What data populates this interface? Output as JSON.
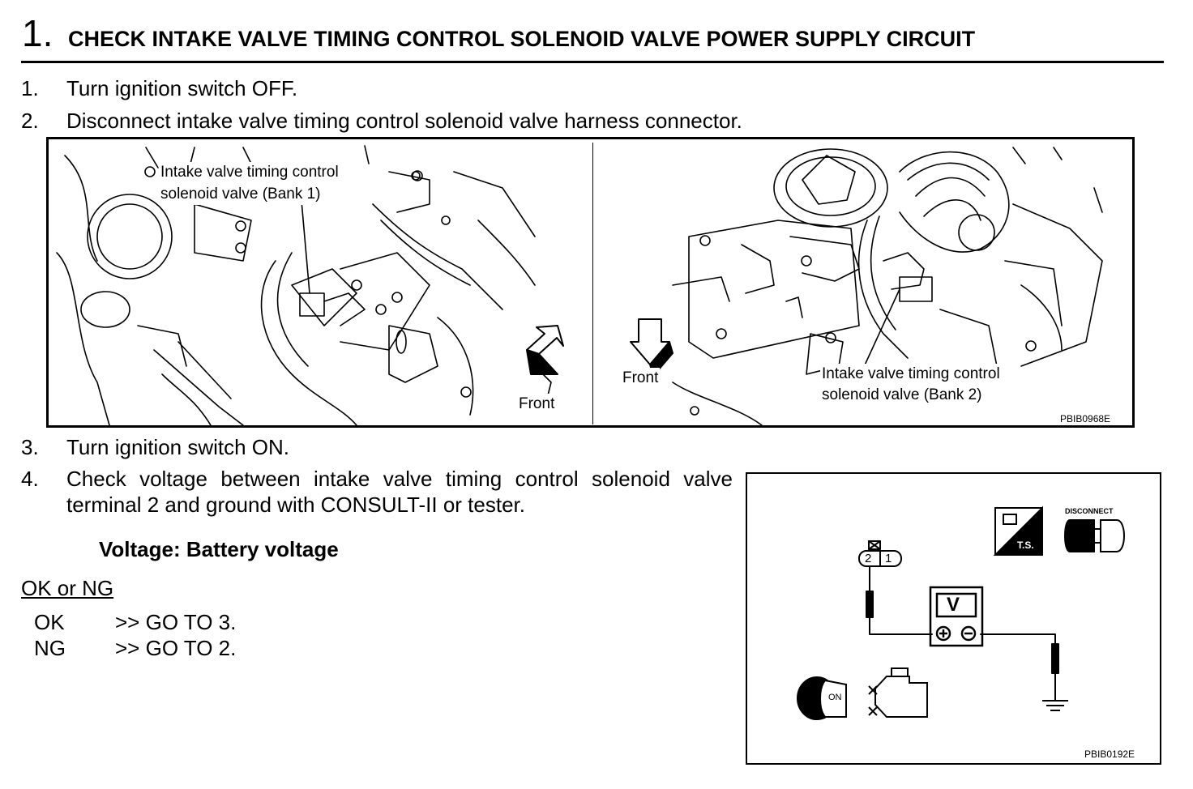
{
  "header": {
    "number": "1.",
    "title": "CHECK INTAKE VALVE TIMING CONTROL SOLENOID VALVE POWER SUPPLY CIRCUIT"
  },
  "steps": [
    {
      "num": "1.",
      "text": "Turn ignition switch OFF."
    },
    {
      "num": "2.",
      "text": "Disconnect intake valve timing control solenoid valve harness connector."
    },
    {
      "num": "3.",
      "text": "Turn ignition switch ON."
    },
    {
      "num": "4.",
      "text": "Check voltage between intake valve timing control solenoid valve terminal 2 and ground with CONSULT-II or tester."
    }
  ],
  "figure1": {
    "left_label_line1": "Intake valve timing control",
    "left_label_line2": "solenoid valve (Bank 1)",
    "left_front": "Front",
    "right_front": "Front",
    "right_label_line1": "Intake valve timing control",
    "right_label_line2": "solenoid valve (Bank 2)",
    "code": "PBIB0968E"
  },
  "spec": "Voltage: Battery voltage",
  "result_heading": "OK or NG",
  "results": [
    {
      "label": "OK",
      "action": ">> GO TO 3."
    },
    {
      "label": "NG",
      "action": ">> GO TO 2."
    }
  ],
  "figure2": {
    "disconnect_label": "DISCONNECT",
    "ts_label": "T.S.",
    "terminal_2": "2",
    "terminal_1": "1",
    "meter_label": "V",
    "ignition_label": "ON",
    "code": "PBIB0192E"
  },
  "icons": [
    "arrow-front-icon",
    "tester-icon",
    "disconnect-connector-icon",
    "voltmeter-icon",
    "ground-icon",
    "ignition-key-icon",
    "engine-icon"
  ]
}
